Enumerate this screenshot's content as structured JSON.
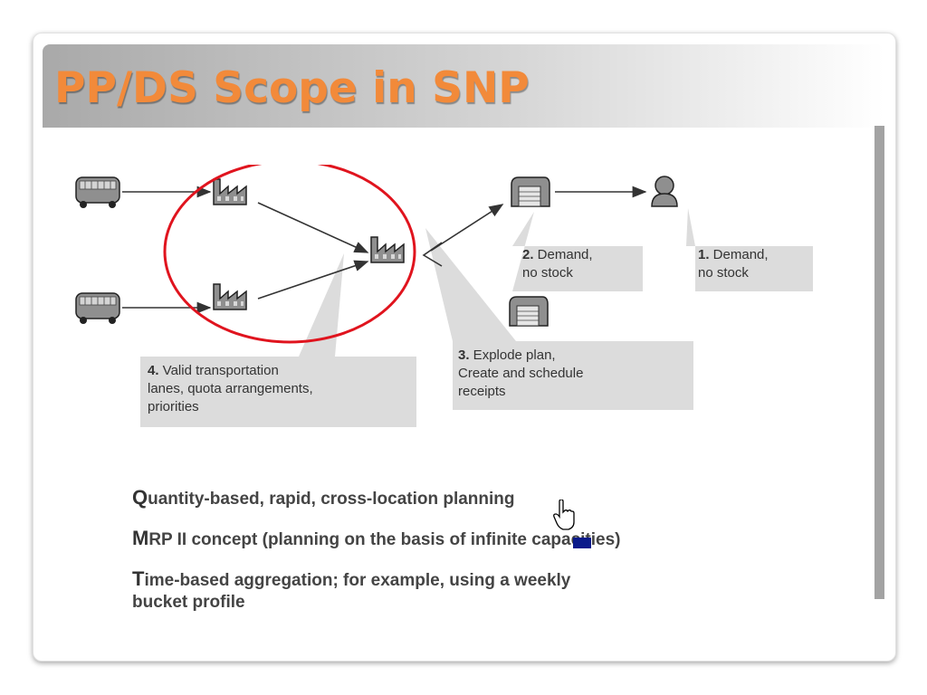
{
  "slide": {
    "title": "PP/DS Scope in SNP",
    "colors": {
      "title": "#f28a3a",
      "ellipse": "#e0141e",
      "callout_bg": "#dcdcdc",
      "icon_bg": "#8f8f8f"
    }
  },
  "diagram": {
    "icons": [
      "truck-icon",
      "factory-icon",
      "warehouse-icon",
      "customer-icon"
    ],
    "callouts": [
      {
        "num": "1.",
        "text1": " Demand,",
        "text2": "no stock"
      },
      {
        "num": "2.",
        "text1": " Demand,",
        "text2": "no stock"
      },
      {
        "num": "3.",
        "text1": " Explode plan,",
        "text2": "Create and schedule",
        "text3": "receipts"
      },
      {
        "num": "4.",
        "text1": " Valid transportation",
        "text2": "lanes, quota arrangements,",
        "text3": "priorities"
      }
    ]
  },
  "bullets": [
    {
      "first": "Q",
      "rest": "uantity-based, rapid, cross-location planning"
    },
    {
      "first": "M",
      "rest": "RP II concept (planning on the basis of infinite capacities)"
    },
    {
      "first": "T",
      "rest": "ime-based aggregation; for example, using a weekly",
      "line2": "bucket profile"
    }
  ]
}
